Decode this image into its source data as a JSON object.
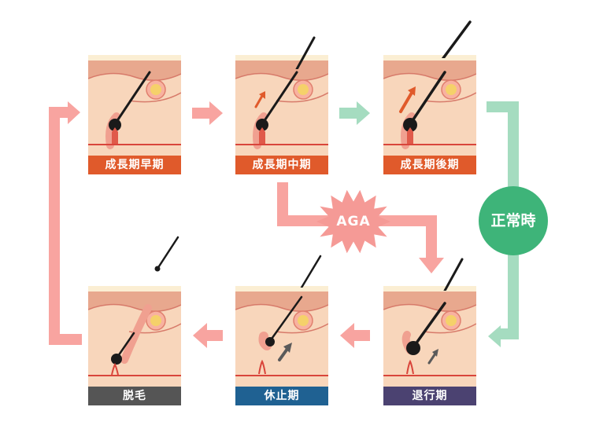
{
  "phases": [
    {
      "id": "anagen-early",
      "label": "成長期早期",
      "color": "#e05a2b"
    },
    {
      "id": "anagen-mid",
      "label": "成長期中期",
      "color": "#e05a2b"
    },
    {
      "id": "anagen-late",
      "label": "成長期後期",
      "color": "#e05a2b"
    },
    {
      "id": "catagen",
      "label": "退行期",
      "color": "#4b4271"
    },
    {
      "id": "telogen",
      "label": "休止期",
      "color": "#1f6192"
    },
    {
      "id": "exogen",
      "label": "脱毛",
      "color": "#555555"
    }
  ],
  "badges": {
    "aga": {
      "label": "AGA",
      "color": "#f59a96"
    },
    "normal": {
      "label": "正常時",
      "color": "#3eb479"
    }
  },
  "colors": {
    "pink_arrow": "#f8a4a0",
    "green_arrow": "#a5dcc0",
    "skin_top": "#e8a88e",
    "skin_inner": "#f8d6bb",
    "skin_band": "#fbeed3",
    "hair": "#1a1a1a",
    "gland": "#f5d16a",
    "growth_arrow": "#e05a2b",
    "regress_arrow": "#5a5a5a"
  }
}
